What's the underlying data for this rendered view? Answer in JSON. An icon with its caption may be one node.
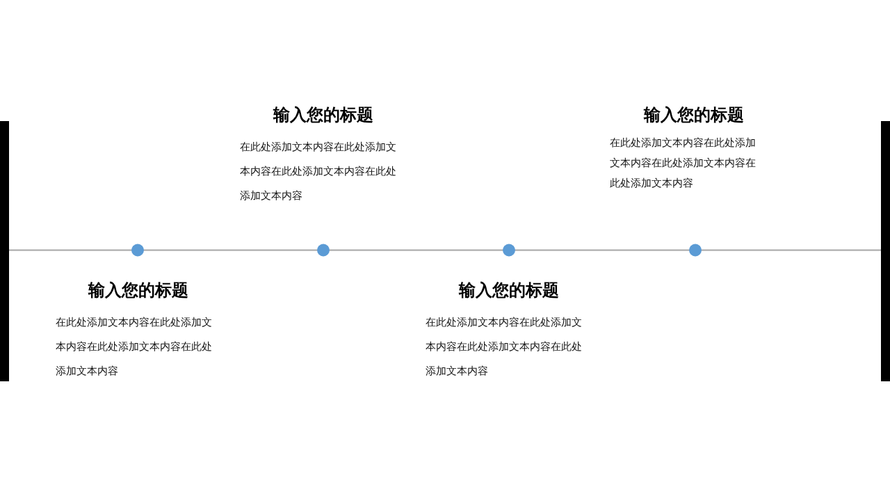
{
  "diagram": {
    "labels": [
      "输入您的标题",
      "在此处添加文本内容在此处添加文本内容在此处添加文本内容在此处添加文本内容",
      "输入您的标题",
      "在此处添加文本内容在此处添加文本内容在此处添加文本内容在此处添加文本内容",
      "输入您的标题",
      "在此处添加文本内容在此处添加文本内容在此处添加文本内容在此处添加文本内容",
      "输入您的标题",
      "在此处添加文本内容在此处添加文本内容在此处添加文本内容在此处添加文本内容"
    ]
  }
}
